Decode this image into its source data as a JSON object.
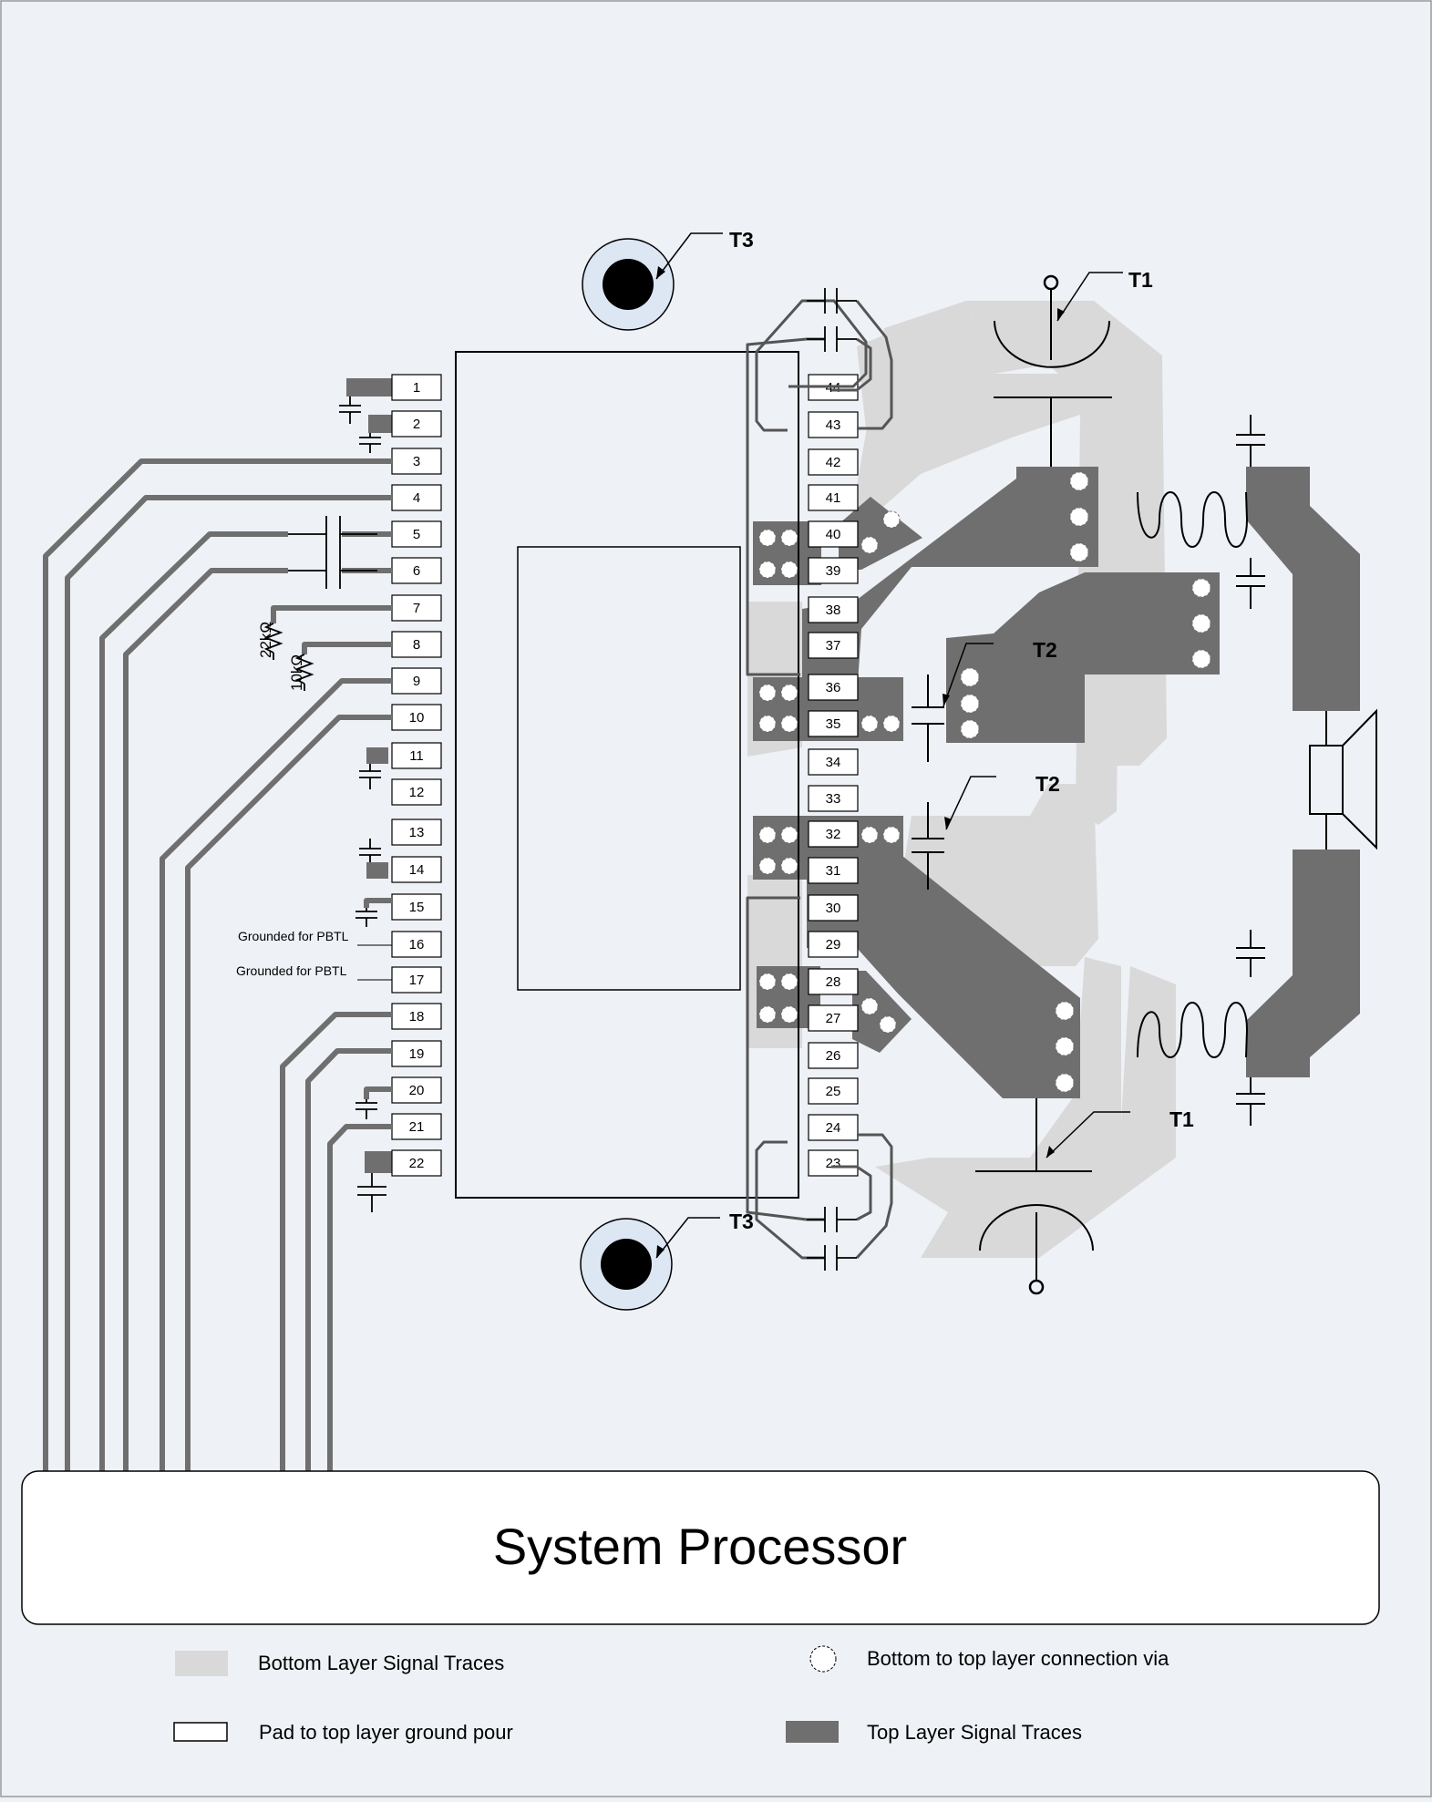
{
  "left_pins": [
    "1",
    "2",
    "3",
    "4",
    "5",
    "6",
    "7",
    "8",
    "9",
    "10",
    "11",
    "12",
    "13",
    "14",
    "15",
    "16",
    "17",
    "18",
    "19",
    "20",
    "21",
    "22"
  ],
  "right_pins": [
    "23",
    "24",
    "25",
    "26",
    "27",
    "28",
    "29",
    "30",
    "31",
    "32",
    "33",
    "34",
    "35",
    "36",
    "37",
    "38",
    "39",
    "40",
    "41",
    "42",
    "43",
    "44"
  ],
  "callouts": {
    "t1": "T1",
    "t2": "T2",
    "t3": "T3"
  },
  "resistors": {
    "r1": "22kΩ",
    "r2": "10kΩ"
  },
  "notes": {
    "pin16": "Grounded for PBTL",
    "pin17": "Grounded for PBTL"
  },
  "processor": {
    "label": "System Processor"
  },
  "legend": {
    "bottom_layer": "Bottom Layer Signal Traces",
    "via": "Bottom to top layer connection via",
    "pad": "Pad to top layer ground pour",
    "top_layer": "Top Layer Signal Traces"
  },
  "colors": {
    "background": "#eef1f6",
    "bottom_layer": "#d9d9d9",
    "top_layer": "#6f6f6f",
    "outline": "#000000"
  }
}
